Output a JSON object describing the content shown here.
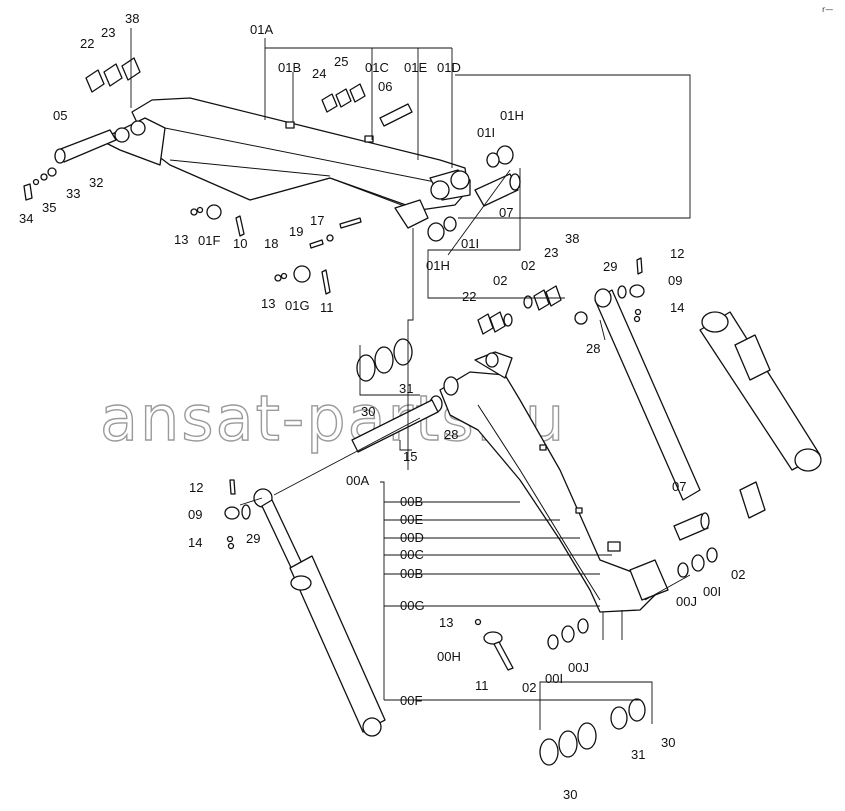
{
  "watermark": "ansat-parts.ru",
  "corner_mark": "r—",
  "callouts": {
    "c01A": "01A",
    "c01B": "01B",
    "c01C": "01C",
    "c01E": "01E",
    "c01D": "01D",
    "c22a": "22",
    "c23a": "23",
    "c38a": "38",
    "c24": "24",
    "c25": "25",
    "c06": "06",
    "c05": "05",
    "c32": "32",
    "c33": "33",
    "c35": "35",
    "c34": "34",
    "c01I_a": "01I",
    "c01H_a": "01H",
    "c07_a": "07",
    "c17": "17",
    "c19": "19",
    "c18": "18",
    "c13_a": "13",
    "c01F": "01F",
    "c10": "10",
    "c01I_b": "01I",
    "c01H_b": "01H",
    "c13_b": "13",
    "c01G": "01G",
    "c11_a": "11",
    "c02_a": "02",
    "c02_b": "02",
    "c23b": "23",
    "c38b": "38",
    "c22b": "22",
    "c29_a": "29",
    "c12_a": "12",
    "c09_a": "09",
    "c14_a": "14",
    "c28_a": "28",
    "c31_a": "31",
    "c30_a": "30",
    "c28_b": "28",
    "c15": "15",
    "c00A": "00A",
    "c00B_a": "00B",
    "c00E": "00E",
    "c00D": "00D",
    "c00C": "00C",
    "c00B_b": "00B",
    "c00G": "00G",
    "c13_c": "13",
    "c00H": "00H",
    "c11_b": "11",
    "c00F": "00F",
    "c02_c": "02",
    "c00I_a": "00I",
    "c00J_a": "00J",
    "c07_b": "07",
    "c00J_b": "00J",
    "c00I_b": "00I",
    "c02_d": "02",
    "c12_b": "12",
    "c09_b": "09",
    "c14_b": "14",
    "c29_b": "29",
    "c31_b": "31",
    "c30_b": "30",
    "c30_c": "30"
  }
}
